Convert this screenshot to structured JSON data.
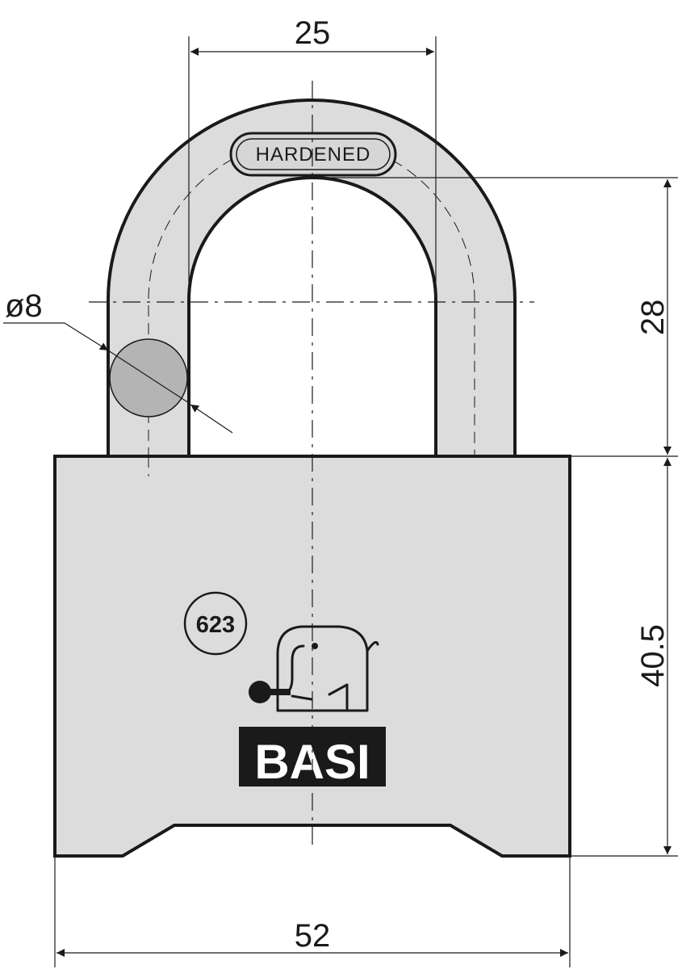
{
  "dimensions": {
    "shackle_inner_width": "25",
    "shackle_diameter": "ø8",
    "shackle_clearance": "28",
    "body_height": "40.5",
    "body_width": "52"
  },
  "shackle": {
    "engraving": "HARDENED"
  },
  "body": {
    "model_number": "623",
    "brand": "BASI",
    "logo_icon": "elephant-with-key-icon"
  },
  "colors": {
    "body": "#dcdcdc",
    "shackle_section": "#b4b4b4",
    "outline": "#1a1a1a",
    "brand_plate": "#1a1a1a"
  }
}
